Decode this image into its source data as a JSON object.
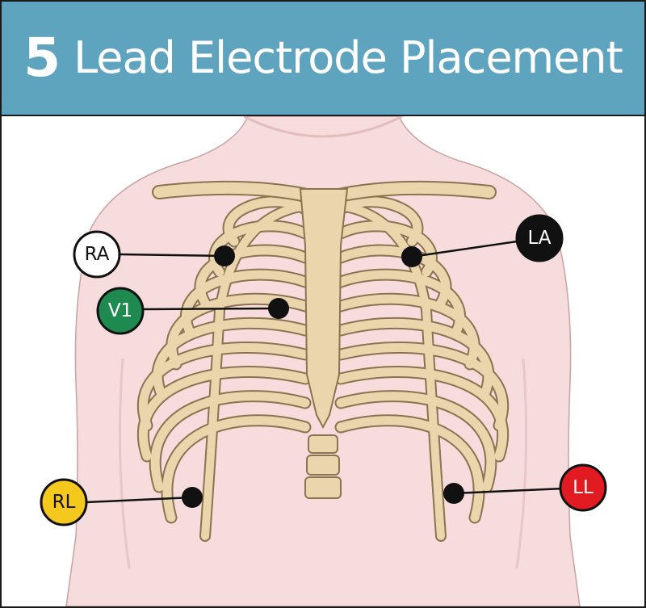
{
  "title": {
    "number": "5",
    "text": "Lead Electrode Placement"
  },
  "colors": {
    "title_bar": "#5fa4bf",
    "skin": "#f6dcdc",
    "skin_outline": "#c9a3a3",
    "bone": "#ead5ad",
    "bone_outline": "#8a7350",
    "electrode": "#111111"
  },
  "electrodes": [
    {
      "id": "RA",
      "label": "RA",
      "color": "#ffffff",
      "text_color": "#111111"
    },
    {
      "id": "V1",
      "label": "V1",
      "color": "#1f8a50",
      "text_color": "#ffffff"
    },
    {
      "id": "LA",
      "label": "LA",
      "color": "#111111",
      "text_color": "#ffffff"
    },
    {
      "id": "RL",
      "label": "RL",
      "color": "#f5c81d",
      "text_color": "#111111"
    },
    {
      "id": "LL",
      "label": "LL",
      "color": "#e21b22",
      "text_color": "#ffffff"
    }
  ]
}
